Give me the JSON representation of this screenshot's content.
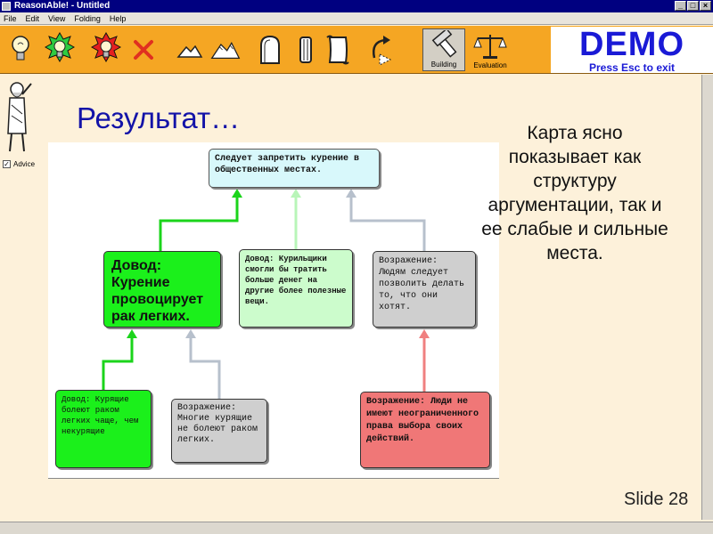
{
  "window": {
    "title": "ReasonAble! - Untitled"
  },
  "menu": [
    "File",
    "Edit",
    "View",
    "Folding",
    "Help"
  ],
  "toolbar": {
    "modes": [
      {
        "label": "Building",
        "active": true
      },
      {
        "label": "Evaluation",
        "active": false
      }
    ],
    "demo_title": "DEMO",
    "demo_sub": "Press Esc to exit"
  },
  "sidebar": {
    "advice_label": "Advice",
    "advice_checked": "✓"
  },
  "slide": {
    "title": "Результат…",
    "right_text": "Карта ясно показывает как структуру аргументации, так и ее слабые и сильные места.",
    "number": "Slide 28"
  },
  "map": {
    "main": "Следует запретить курение в общественных местах.",
    "reason_big": "Довод: Курение провоцирует рак легких.",
    "reason_light": "Довод: Курильщики смогли бы тратить больше денег на другие более полезные вещи.",
    "objection_top": "Возражение: Людям следует позволить делать то, что они хотят.",
    "reason_bottom": "Довод: Курящие болеют раком легких чаще, чем некурящие",
    "objection_bottom": "Возражение: Многие курящие не болеют раком легких.",
    "objection_red": "Возражение: Люди не имеют неограниченного права выбора своих действий."
  },
  "colors": {
    "reason": "#1bf01b",
    "reason_light": "#ccfccc",
    "objection": "#cfcfcf",
    "objection_strong": "#f07777",
    "claim": "#d8f8fb",
    "toolbar": "#f5a623"
  }
}
